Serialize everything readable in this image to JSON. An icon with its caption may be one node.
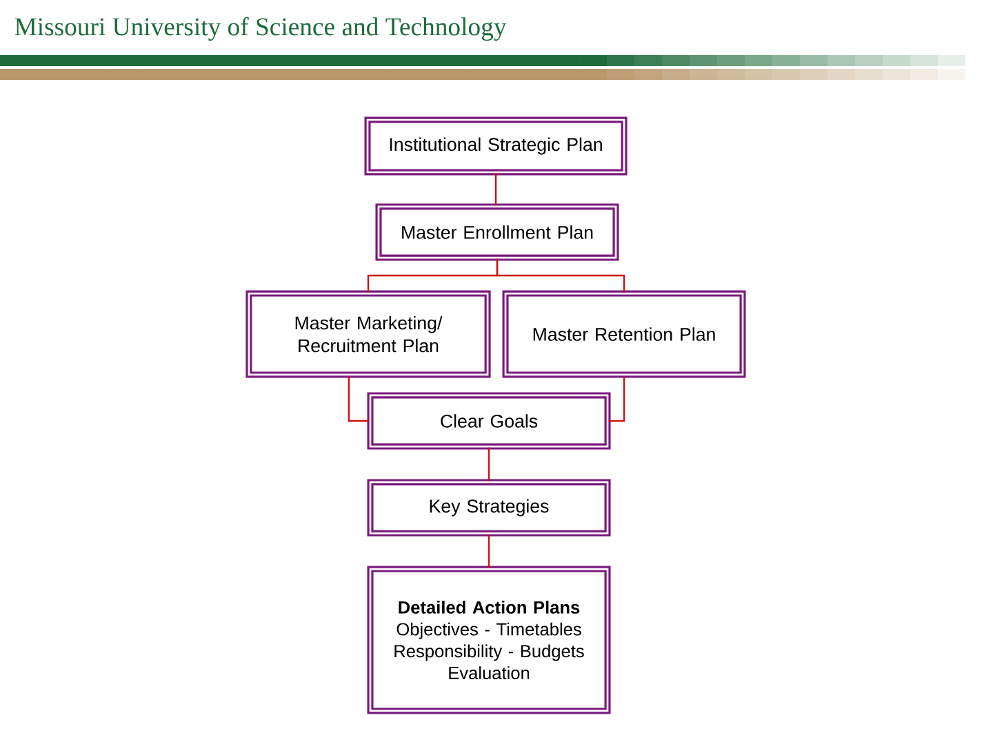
{
  "diagram": {
    "title": "Missouri University of Science and Technology",
    "nodes": [
      {
        "text": [
          "Institutional Strategic Plan"
        ]
      },
      {
        "text": [
          "Master Enrollment Plan"
        ]
      },
      {
        "text": [
          "Master Marketing/ Recruitment Plan"
        ]
      },
      {
        "text": [
          "Master Retention Plan"
        ]
      },
      {
        "text": [
          "Clear Goals"
        ]
      },
      {
        "text": [
          "Key Strategies"
        ]
      },
      {
        "text": [
          "Detailed Action Plans",
          "Objectives - Timetables",
          "Responsibility - Budgets",
          "Evaluation"
        ]
      }
    ],
    "edges": [
      {
        "from": 0,
        "to": 1,
        "arrow": "none"
      },
      {
        "from": 1,
        "to": 2,
        "arrow": "none"
      },
      {
        "from": 1,
        "to": 3,
        "arrow": "none"
      },
      {
        "from": 2,
        "to": 4,
        "arrow": "none"
      },
      {
        "from": 3,
        "to": 4,
        "arrow": "none"
      },
      {
        "from": 4,
        "to": 5,
        "arrow": "none"
      },
      {
        "from": 5,
        "to": 6,
        "arrow": "none"
      }
    ]
  }
}
